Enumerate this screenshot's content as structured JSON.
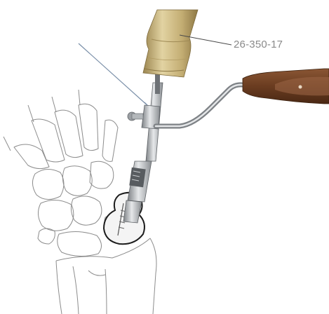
{
  "callout": {
    "part_number": "26-350-17"
  },
  "icons": [
    "bone-outline",
    "guide-wire",
    "handle",
    "sleeve",
    "lever-handle"
  ],
  "colors": {
    "bone_outline": "#8c8c8c",
    "handle_tan": "#c9b57e",
    "handle_dark": "#a8925a",
    "steel": "#b9bcbf",
    "wood": "#6b3f22",
    "leader": "#5a5a5a",
    "guide_wire": "#7a8fa8"
  }
}
